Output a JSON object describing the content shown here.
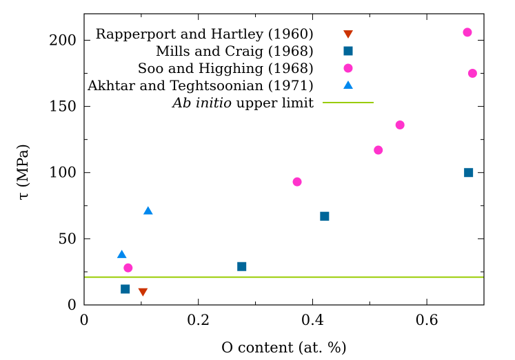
{
  "chart_data": {
    "type": "scatter",
    "xlabel": "O content  (at. %)",
    "ylabel": "τ  (MPa)",
    "xlim": [
      0,
      0.7
    ],
    "ylim": [
      0,
      220
    ],
    "x_ticks": [
      0,
      0.2,
      0.4,
      0.6
    ],
    "y_ticks": [
      0,
      50,
      100,
      150,
      200
    ],
    "x_tick_labels": [
      "0",
      "0.2",
      "0.4",
      "0.6"
    ],
    "y_tick_labels": [
      "0",
      "50",
      "100",
      "150",
      "200"
    ],
    "grid": false,
    "legend_position": "top-left",
    "series": [
      {
        "name": "Rapperport and Hartley (1960)",
        "marker": "triangle-down",
        "color": "#cc3300",
        "points": [
          {
            "x": 0.103,
            "y": 10
          }
        ]
      },
      {
        "name": "Mills and Craig (1968)",
        "marker": "square",
        "color": "#006699",
        "points": [
          {
            "x": 0.072,
            "y": 12
          },
          {
            "x": 0.276,
            "y": 29
          },
          {
            "x": 0.421,
            "y": 67
          },
          {
            "x": 0.673,
            "y": 100
          }
        ]
      },
      {
        "name": "Soo and Higghing (1968)",
        "marker": "circle",
        "color": "#ff33cc",
        "points": [
          {
            "x": 0.077,
            "y": 28
          },
          {
            "x": 0.373,
            "y": 93
          },
          {
            "x": 0.515,
            "y": 117
          },
          {
            "x": 0.553,
            "y": 136
          },
          {
            "x": 0.671,
            "y": 206
          },
          {
            "x": 0.68,
            "y": 175
          }
        ]
      },
      {
        "name": "Akhtar and Teghtsoonian (1971)",
        "marker": "triangle-up",
        "color": "#0088ee",
        "points": [
          {
            "x": 0.066,
            "y": 38
          },
          {
            "x": 0.112,
            "y": 71
          }
        ]
      }
    ],
    "reference_line": {
      "name_italic": "Ab initio",
      "name_rest": " upper limit",
      "y": 21,
      "color": "#99cc00"
    }
  }
}
